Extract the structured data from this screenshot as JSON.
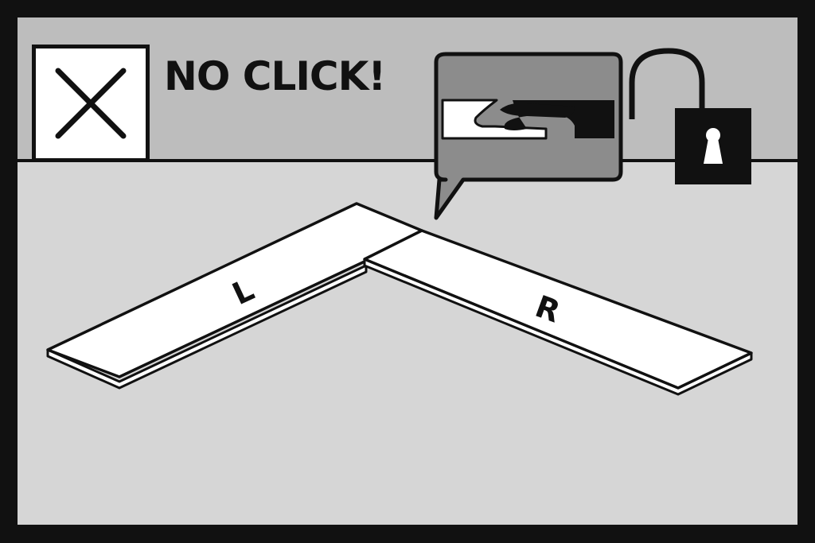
{
  "warning": {
    "text": "NO CLICK!",
    "icon": "cross-icon"
  },
  "detail_bubble": {
    "icon": "joint-profile-icon"
  },
  "lock": {
    "icon": "unlocked-padlock-icon"
  },
  "planks": {
    "left_label": "L",
    "right_label": "R"
  },
  "colors": {
    "frame": "#111111",
    "background": "#d6d6d6",
    "top_band": "#bdbdbd",
    "bubble": "#8c8c8c",
    "plank": "#ffffff"
  }
}
